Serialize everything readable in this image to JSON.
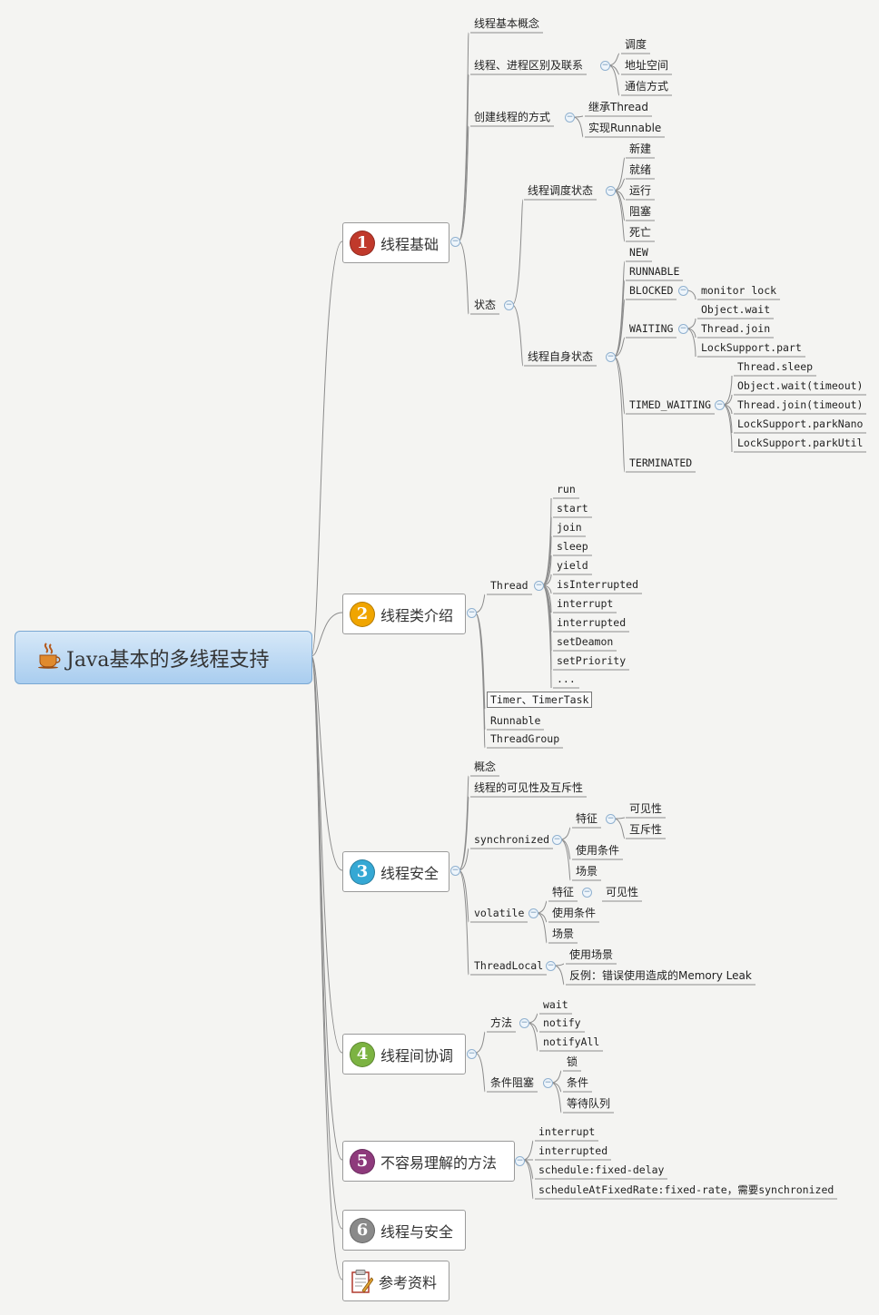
{
  "root": {
    "title": "Java基本的多线程支持"
  },
  "colors": {
    "b1": "#c0392b",
    "b2": "#f0a500",
    "b3": "#35a8d4",
    "b4": "#7cb342",
    "b5": "#8e3a7c",
    "b6": "#8a8a8a"
  },
  "topics": [
    {
      "num": "1",
      "label": "线程基础",
      "icon": "number-1-red-badge"
    },
    {
      "num": "2",
      "label": "线程类介绍",
      "icon": "number-2-orange-badge"
    },
    {
      "num": "3",
      "label": "线程安全",
      "icon": "number-3-blue-badge"
    },
    {
      "num": "4",
      "label": "线程间协调",
      "icon": "number-4-green-badge"
    },
    {
      "num": "5",
      "label": "不容易理解的方法",
      "icon": "number-5-purple-badge"
    },
    {
      "num": "6",
      "label": "线程与安全",
      "icon": "number-6-gray-badge"
    },
    {
      "num": "",
      "label": "参考资料",
      "icon": "notepad-icon"
    }
  ],
  "t1": {
    "concept": "线程基本概念",
    "diff": "线程、进程区别及联系",
    "diff_items": [
      "调度",
      "地址空间",
      "通信方式"
    ],
    "create": "创建线程的方式",
    "create_items": [
      "继承Thread",
      "实现Runnable"
    ],
    "state": "状态",
    "sched_state": "线程调度状态",
    "sched_items": [
      "新建",
      "就绪",
      "运行",
      "阻塞",
      "死亡"
    ],
    "self_state": "线程自身状态",
    "self_items": [
      "NEW",
      "RUNNABLE",
      "BLOCKED",
      "WAITING",
      "TIMED_WAITING",
      "TERMINATED"
    ],
    "blocked_items": [
      "monitor lock"
    ],
    "waiting_items": [
      "Object.wait",
      "Thread.join",
      "LockSupport.part"
    ],
    "timed_items": [
      "Thread.sleep",
      "Object.wait(timeout)",
      "Thread.join(timeout)",
      "LockSupport.parkNano",
      "LockSupport.parkUtil"
    ]
  },
  "t2": {
    "thread": "Thread",
    "thread_items": [
      "run",
      "start",
      "join",
      "sleep",
      "yield",
      "isInterrupted",
      "interrupt",
      "interrupted",
      "setDeamon",
      "setPriority",
      "..."
    ],
    "timer": "Timer、TimerTask",
    "runnable": "Runnable",
    "group": "ThreadGroup"
  },
  "t3": {
    "concept": "概念",
    "visibility": "线程的可见性及互斥性",
    "sync": "synchronized",
    "sync_feature": "特征",
    "sync_feature_items": [
      "可见性",
      "互斥性"
    ],
    "sync_cond": "使用条件",
    "sync_scene": "场景",
    "volatile": "volatile",
    "vol_feature": "特征",
    "vol_feature_item": "可见性",
    "vol_cond": "使用条件",
    "vol_scene": "场景",
    "tl": "ThreadLocal",
    "tl_items": [
      "使用场景",
      "反例：错误使用造成的Memory Leak"
    ]
  },
  "t4": {
    "method": "方法",
    "method_items": [
      "wait",
      "notify",
      "notifyAll"
    ],
    "cond": "条件阻塞",
    "cond_items": [
      "锁",
      "条件",
      "等待队列"
    ]
  },
  "t5": {
    "items": [
      "interrupt",
      "interrupted",
      "schedule:fixed-delay",
      "scheduleAtFixedRate:fixed-rate，需要synchronized"
    ]
  }
}
